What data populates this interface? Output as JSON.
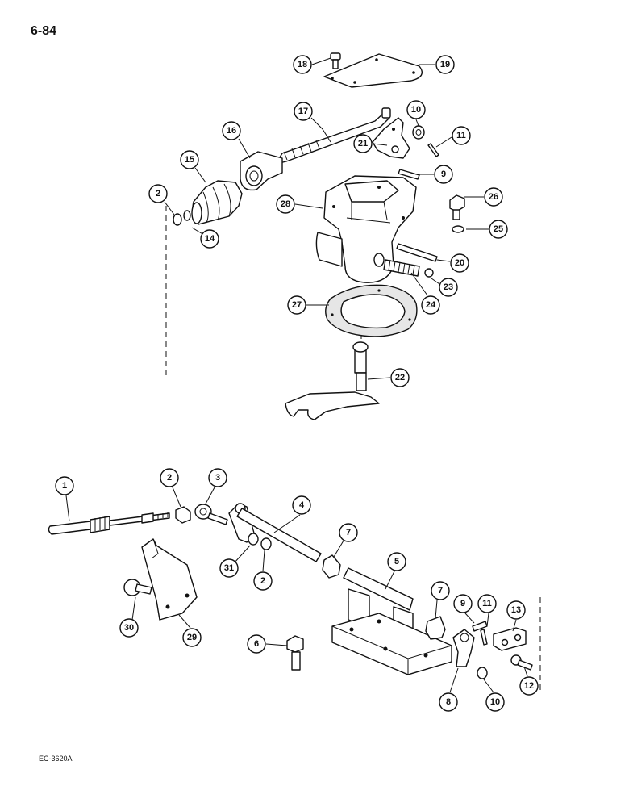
{
  "page_number": "6-84",
  "footer_ref": "EC-3620A",
  "callouts": [
    {
      "id": "c18",
      "label": "18"
    },
    {
      "id": "c19",
      "label": "19"
    },
    {
      "id": "c17",
      "label": "17"
    },
    {
      "id": "c10a",
      "label": "10"
    },
    {
      "id": "c16",
      "label": "16"
    },
    {
      "id": "c21",
      "label": "21"
    },
    {
      "id": "c11a",
      "label": "11"
    },
    {
      "id": "c15",
      "label": "15"
    },
    {
      "id": "c9a",
      "label": "9"
    },
    {
      "id": "c2a",
      "label": "2"
    },
    {
      "id": "c28",
      "label": "28"
    },
    {
      "id": "c26",
      "label": "26"
    },
    {
      "id": "c14",
      "label": "14"
    },
    {
      "id": "c25",
      "label": "25"
    },
    {
      "id": "c20",
      "label": "20"
    },
    {
      "id": "c23",
      "label": "23"
    },
    {
      "id": "c27",
      "label": "27"
    },
    {
      "id": "c24",
      "label": "24"
    },
    {
      "id": "c22",
      "label": "22"
    },
    {
      "id": "c1",
      "label": "1"
    },
    {
      "id": "c2b",
      "label": "2"
    },
    {
      "id": "c3",
      "label": "3"
    },
    {
      "id": "c4",
      "label": "4"
    },
    {
      "id": "c7a",
      "label": "7"
    },
    {
      "id": "c31",
      "label": "31"
    },
    {
      "id": "c2c",
      "label": "2"
    },
    {
      "id": "c5",
      "label": "5"
    },
    {
      "id": "c7b",
      "label": "7"
    },
    {
      "id": "c9b",
      "label": "9"
    },
    {
      "id": "c11b",
      "label": "11"
    },
    {
      "id": "c13",
      "label": "13"
    },
    {
      "id": "c30",
      "label": "30"
    },
    {
      "id": "c29",
      "label": "29"
    },
    {
      "id": "c6",
      "label": "6"
    },
    {
      "id": "c8",
      "label": "8"
    },
    {
      "id": "c10b",
      "label": "10"
    },
    {
      "id": "c12",
      "label": "12"
    }
  ]
}
